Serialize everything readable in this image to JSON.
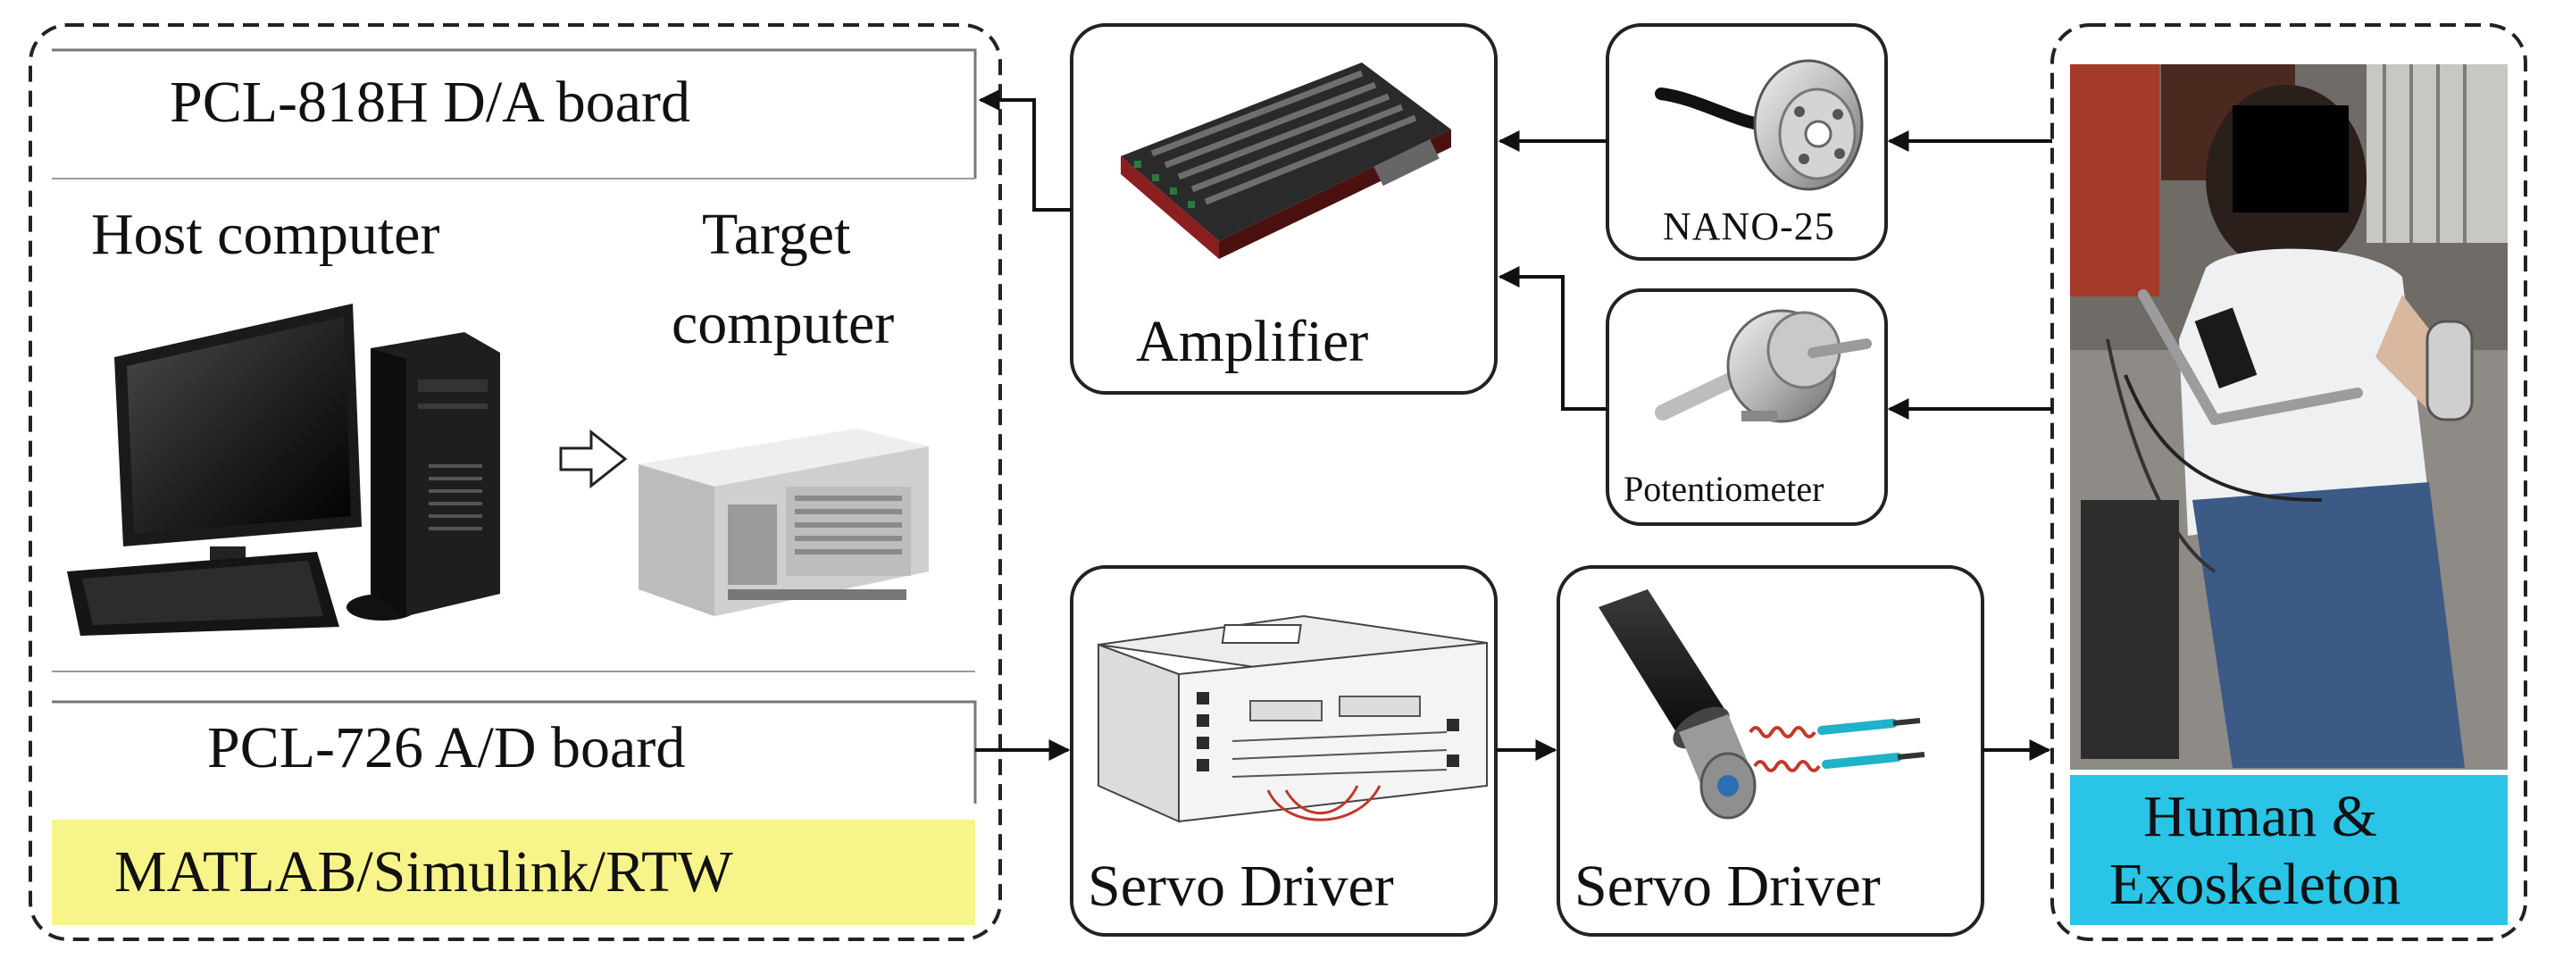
{
  "left_panel": {
    "da_board": "PCL-818H D/A board",
    "host_computer": "Host computer",
    "target_computer_line1": "Target",
    "target_computer_line2": "computer",
    "ad_board": "PCL-726 A/D board",
    "software": "MATLAB/Simulink/RTW"
  },
  "blocks": {
    "amplifier": "Amplifier",
    "force_sensor": "NANO-25",
    "potentiometer": "Potentiometer",
    "servo_driver_1": "Servo Driver",
    "servo_driver_2": "Servo Driver",
    "human_line1": "Human &",
    "human_line2": "Exoskeleton"
  },
  "colors": {
    "software_bg": "#f7f58a",
    "human_bg": "#29c4e6",
    "stroke": "#222222"
  }
}
